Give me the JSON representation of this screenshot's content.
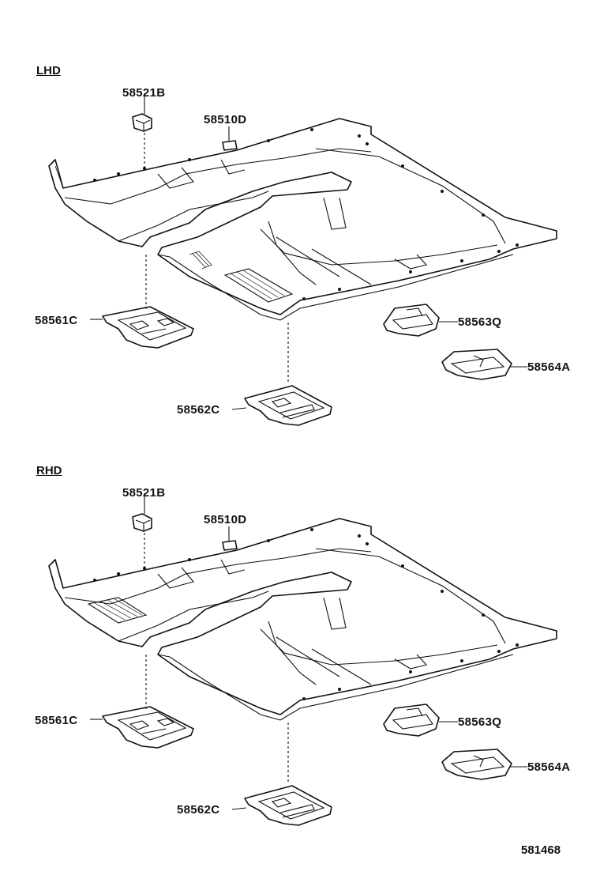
{
  "sections": [
    {
      "title": "LHD",
      "callouts": {
        "clip": "58521B",
        "carpet": "58510D",
        "mat_front_left": "58561C",
        "mat_rear_center": "58562C",
        "mat_right": "58563Q",
        "mat_far_right": "58564A"
      }
    },
    {
      "title": "RHD",
      "callouts": {
        "clip": "58521B",
        "carpet": "58510D",
        "mat_front_left": "58561C",
        "mat_rear_center": "58562C",
        "mat_right": "58563Q",
        "mat_far_right": "58564A"
      }
    }
  ],
  "catalog_number": "581468"
}
